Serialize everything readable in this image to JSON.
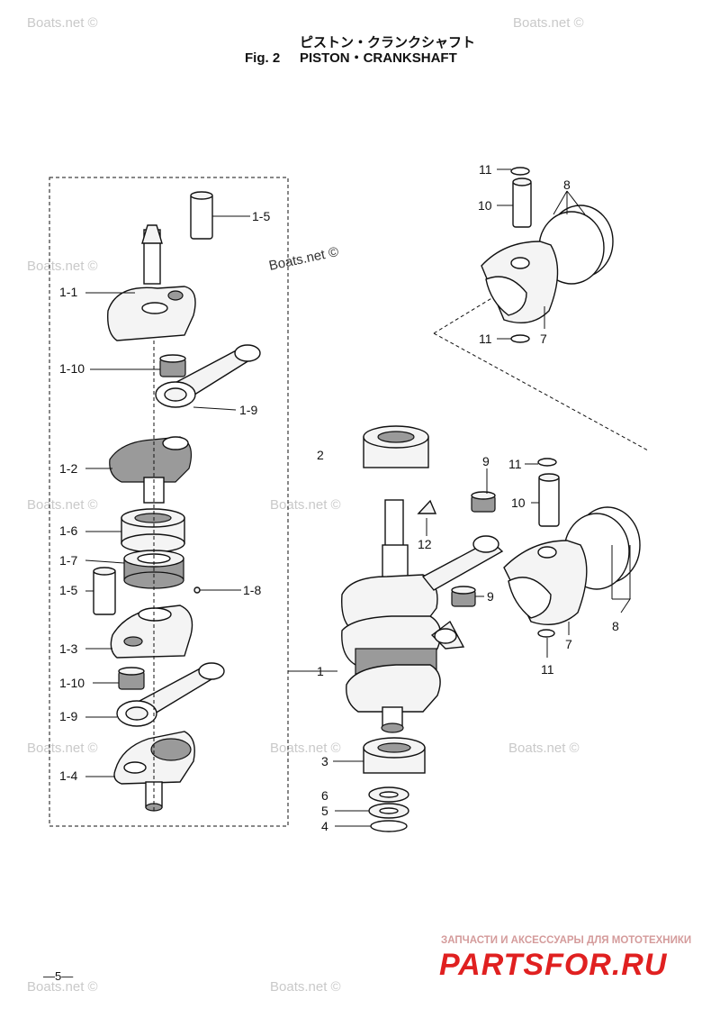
{
  "title": {
    "jp": "ピストン・クランクシャフト",
    "fig": "Fig. 2",
    "en": "PISTON・CRANKSHAFT"
  },
  "watermark": "Boats.net ©",
  "labels": {
    "p1_1": "1-1",
    "p1_2": "1-2",
    "p1_3": "1-3",
    "p1_4": "1-4",
    "p1_5a": "1-5",
    "p1_5b": "1-5",
    "p1_6": "1-6",
    "p1_7": "1-7",
    "p1_8": "1-8",
    "p1_9a": "1-9",
    "p1_9b": "1-9",
    "p1_10a": "1-10",
    "p1_10b": "1-10",
    "p1": "1",
    "p2": "2",
    "p3": "3",
    "p4": "4",
    "p5": "5",
    "p6": "6",
    "p7a": "7",
    "p7b": "7",
    "p8a": "8",
    "p8b": "8",
    "p9a": "9",
    "p9b": "9",
    "p10a": "10",
    "p10b": "10",
    "p11a": "11",
    "p11b": "11",
    "p11c": "11",
    "p11d": "11",
    "p12": "12"
  },
  "brand": {
    "subtitle": "ЗАПЧАСТИ И АКСЕССУАРЫ ДЛЯ МОТОТЕХНИКИ",
    "name": "PARTSFOR.RU"
  },
  "page_number": "—5—"
}
